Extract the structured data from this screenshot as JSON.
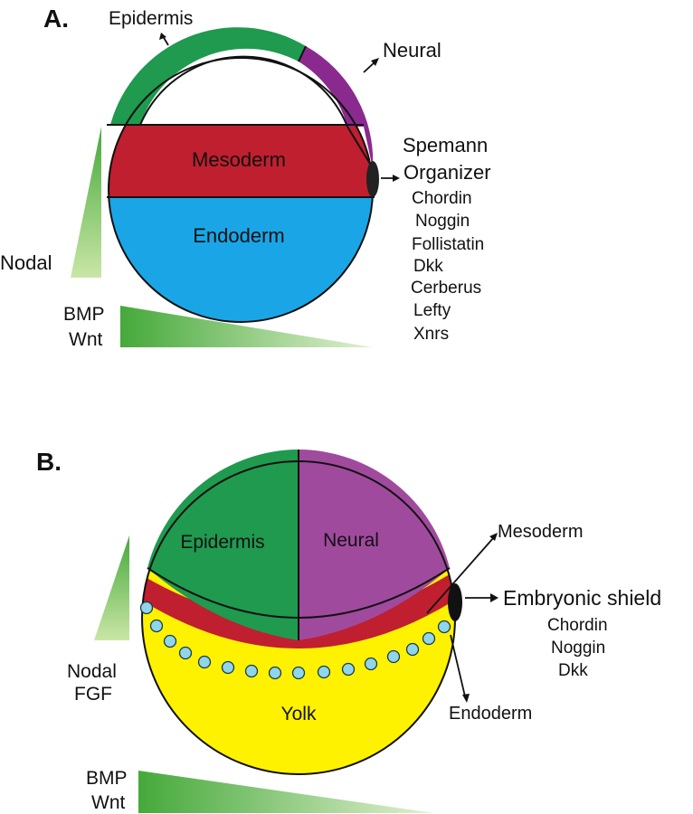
{
  "panel_a": {
    "letter": "A.",
    "regions": {
      "epidermis": "Epidermis",
      "neural": "Neural",
      "mesoderm": "Mesoderm",
      "endoderm": "Endoderm"
    },
    "organizer": {
      "line1": "Spemann",
      "line2": "Organizer",
      "genes": [
        "Chordin",
        "Noggin",
        "Follistatin",
        "Dkk",
        "Cerberus",
        "Lefty",
        "Xnrs"
      ]
    },
    "vertical_gradient": [
      "Nodal"
    ],
    "horizontal_gradient": [
      "BMP",
      "Wnt"
    ]
  },
  "panel_b": {
    "letter": "B.",
    "regions": {
      "epidermis": "Epidermis",
      "neural": "Neural",
      "yolk": "Yolk",
      "mesoderm": "Mesoderm",
      "endoderm": "Endoderm"
    },
    "shield": {
      "title": "Embryonic  shield",
      "genes": [
        "Chordin",
        "Noggin",
        "Dkk"
      ]
    },
    "vertical_gradient": [
      "Nodal",
      "FGF"
    ],
    "horizontal_gradient": [
      "BMP",
      "Wnt"
    ]
  },
  "colors": {
    "epidermis": "#1f9a4f",
    "neural_a": "#8a2a8e",
    "neural_b": "#a04a9e",
    "mesoderm": "#c01f2f",
    "endoderm": "#1aa6e6",
    "yolk": "#fff200",
    "cells": "#8fd6ea",
    "gradient": "#4cad3a"
  }
}
